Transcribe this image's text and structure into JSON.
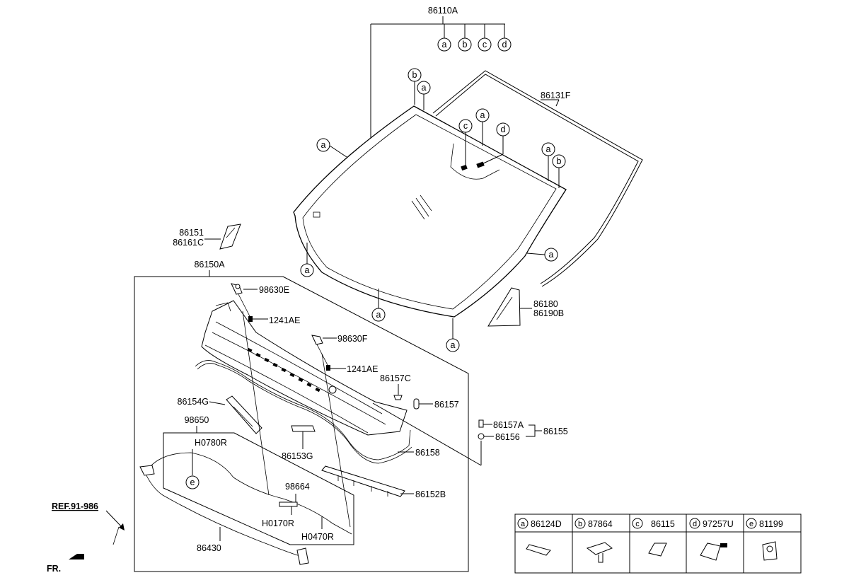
{
  "callouts": {
    "wsh_assy": "86110A",
    "moulding": "86131F",
    "cover_lh": "86151",
    "cover_lh_alt": "86161C",
    "cowl_assy": "86150A",
    "nozzle_e": "98630E",
    "nozzle_f": "98630F",
    "screw_1": "1241AE",
    "screw_2": "1241AE",
    "clip_c": "86157C",
    "clip": "86157",
    "clip_a": "86157A",
    "grommet": "86156",
    "clip_group": "86155",
    "bracket_g": "86154G",
    "hose_assy": "98650",
    "hose_780": "H0780R",
    "pad": "86153G",
    "weatherstrip": "86158",
    "valve": "98664",
    "hose_170": "H0170R",
    "hose_470": "H0470R",
    "cowl_panel": "86152B",
    "reinforce": "86430",
    "trim_rh": "86180",
    "trim_rh_alt": "86190B",
    "ref": "REF.91-986",
    "front": "FR."
  },
  "markers": {
    "a": "a",
    "b": "b",
    "c": "c",
    "d": "d",
    "e": "e"
  },
  "legend": [
    {
      "letter": "a",
      "part": "86124D",
      "icon": "adhesive-strip-icon"
    },
    {
      "letter": "b",
      "part": "87864",
      "icon": "clip-icon"
    },
    {
      "letter": "c",
      "part": "86115",
      "icon": "spacer-icon"
    },
    {
      "letter": "d",
      "part": "97257U",
      "icon": "sensor-pad-icon"
    },
    {
      "letter": "e",
      "part": "81199",
      "icon": "hose-clip-icon"
    }
  ]
}
